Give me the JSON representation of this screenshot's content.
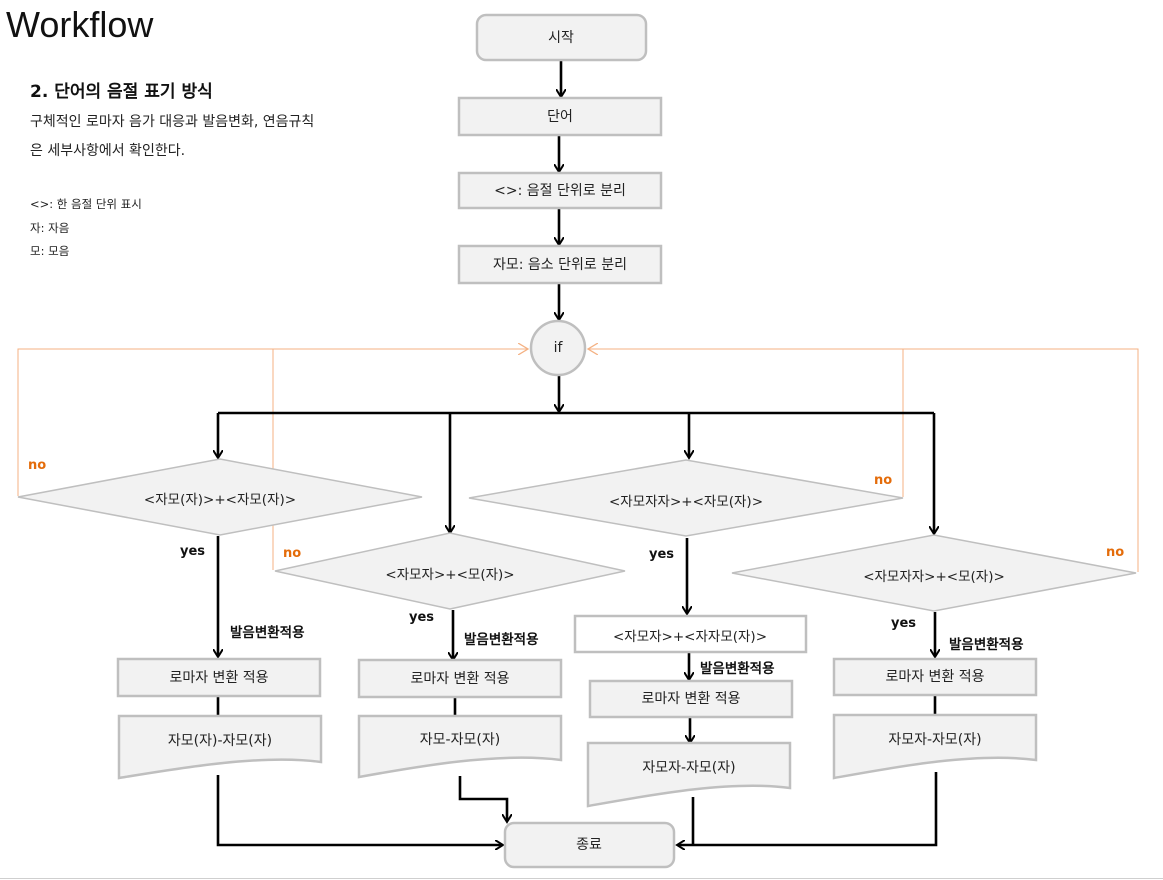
{
  "title": "Workflow",
  "section": {
    "heading": "2. 단어의 음절 표기 방식",
    "desc_line1": "구체적인 로마자 음가 대응과 발음변화, 연음규칙",
    "desc_line2": "은 세부사항에서 확인한다.",
    "legend": [
      "<>: 한 음절 단위 표시",
      "자: 자음",
      "모: 모음"
    ]
  },
  "flow": {
    "start": "시작",
    "word": "단어",
    "split_syllable": "<>: 음절 단위로 분리",
    "split_phoneme": "자모: 음소 단위로 분리",
    "if": "if",
    "end": "종료"
  },
  "branches": [
    {
      "condition": "<자모(자)>+<자모(자)>",
      "yes": "yes",
      "no": "no",
      "apply": "발음변환적용",
      "romanize": "로마자 변환 적용",
      "result": "자모(자)-자모(자)"
    },
    {
      "condition": "<자모자>+<모(자)>",
      "yes": "yes",
      "no": "no",
      "apply": "발음변환적용",
      "romanize": "로마자 변환 적용",
      "result": "자모-자모(자)"
    },
    {
      "condition": "<자모자자>+<자모(자)>",
      "yes": "yes",
      "no": "no",
      "sub_condition": "<자모자>+<자자모(자)>",
      "apply": "발음변환적용",
      "romanize": "로마자 변환 적용",
      "result": "자모자-자모(자)"
    },
    {
      "condition": "<자모자자>+<모(자)>",
      "yes": "yes",
      "no": "no",
      "apply": "발음변환적용",
      "romanize": "로마자 변환 적용",
      "result": "자모자-자모(자)"
    }
  ],
  "colors": {
    "box_fill": "#f2f2f2",
    "box_stroke": "#bfbfbf",
    "line": "#000000",
    "no_line": "#f4b183",
    "no_text": "#e46c0a"
  }
}
